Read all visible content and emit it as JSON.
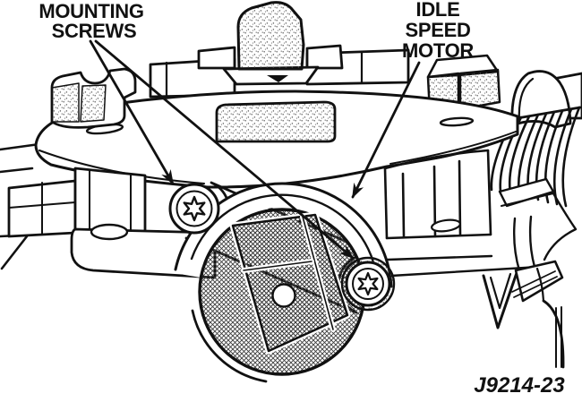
{
  "figure": {
    "labels": {
      "mounting_screws": {
        "line1": "MOUNTING",
        "line2": "SCREWS"
      },
      "idle_speed_motor": {
        "line1": "IDLE",
        "line2": "SPEED",
        "line3": "MOTOR"
      },
      "figure_number": "J9214-23"
    },
    "colors": {
      "ink": "#111111",
      "paper": "#ffffff"
    }
  }
}
